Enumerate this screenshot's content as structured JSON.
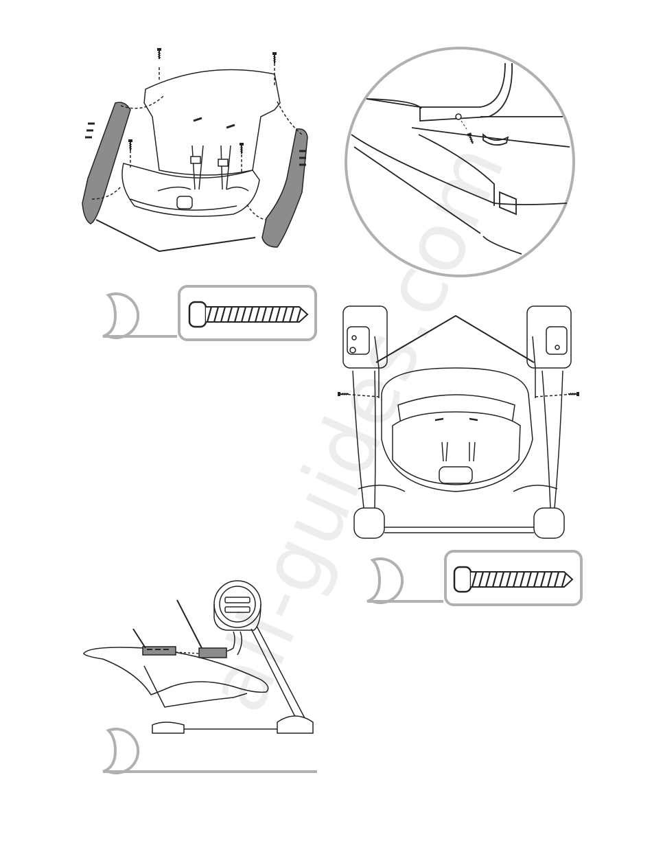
{
  "watermark": "all-guides.com",
  "steps": [
    {
      "id": "step-a",
      "number": ""
    },
    {
      "id": "step-b",
      "number": ""
    },
    {
      "id": "step-c",
      "number": ""
    }
  ],
  "colors": {
    "line": "#222222",
    "panel_border": "#b0b0b0",
    "armrest_fill": "#8c8c8c",
    "watermark": "#000000"
  },
  "icons": [
    "screw-icon",
    "arrow-icon"
  ]
}
